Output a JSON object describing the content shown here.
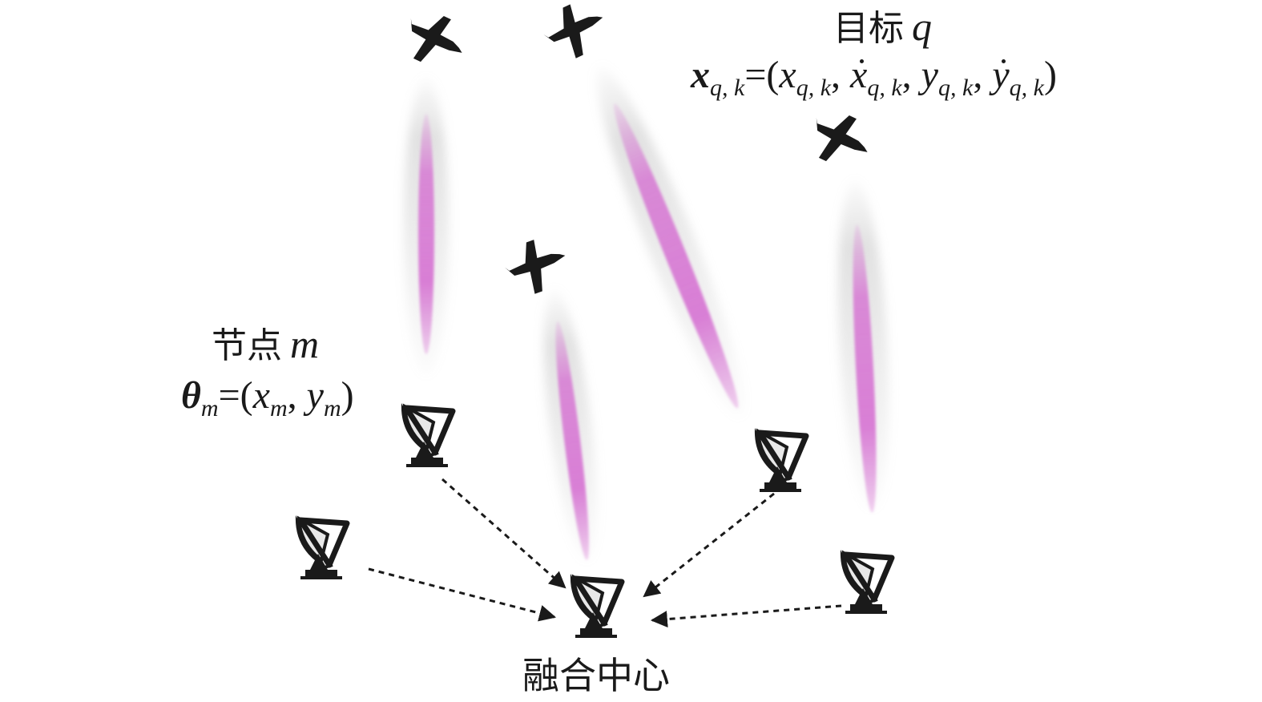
{
  "target_label": {
    "text": "目标",
    "var": "q"
  },
  "target_state": {
    "lhs": "x",
    "lhs_sub": "q, k",
    "eq": "=(",
    "c1": "x",
    "c1_sub": "q, k",
    "c2": "x",
    "c2_sub": "q, k",
    "c3": "y",
    "c3_sub": "q, k",
    "c4": "y",
    "c4_sub": "q, k",
    "close": ")"
  },
  "node_label": {
    "text": "节点",
    "var": "m"
  },
  "node_state": {
    "lhs": "θ",
    "lhs_sub": "m",
    "eq": "=(",
    "c1": "x",
    "c1_sub": "m",
    "c2": "y",
    "c2_sub": "m",
    "close": ")"
  },
  "fusion_label": "融合中心",
  "colors": {
    "beam": "#d46ad0",
    "halo": "#cfcfcf",
    "arrow": "#1a1a1a",
    "ink": "#1a1a1a"
  },
  "icons": [
    "aircraft-icon",
    "radar-dish-icon"
  ]
}
